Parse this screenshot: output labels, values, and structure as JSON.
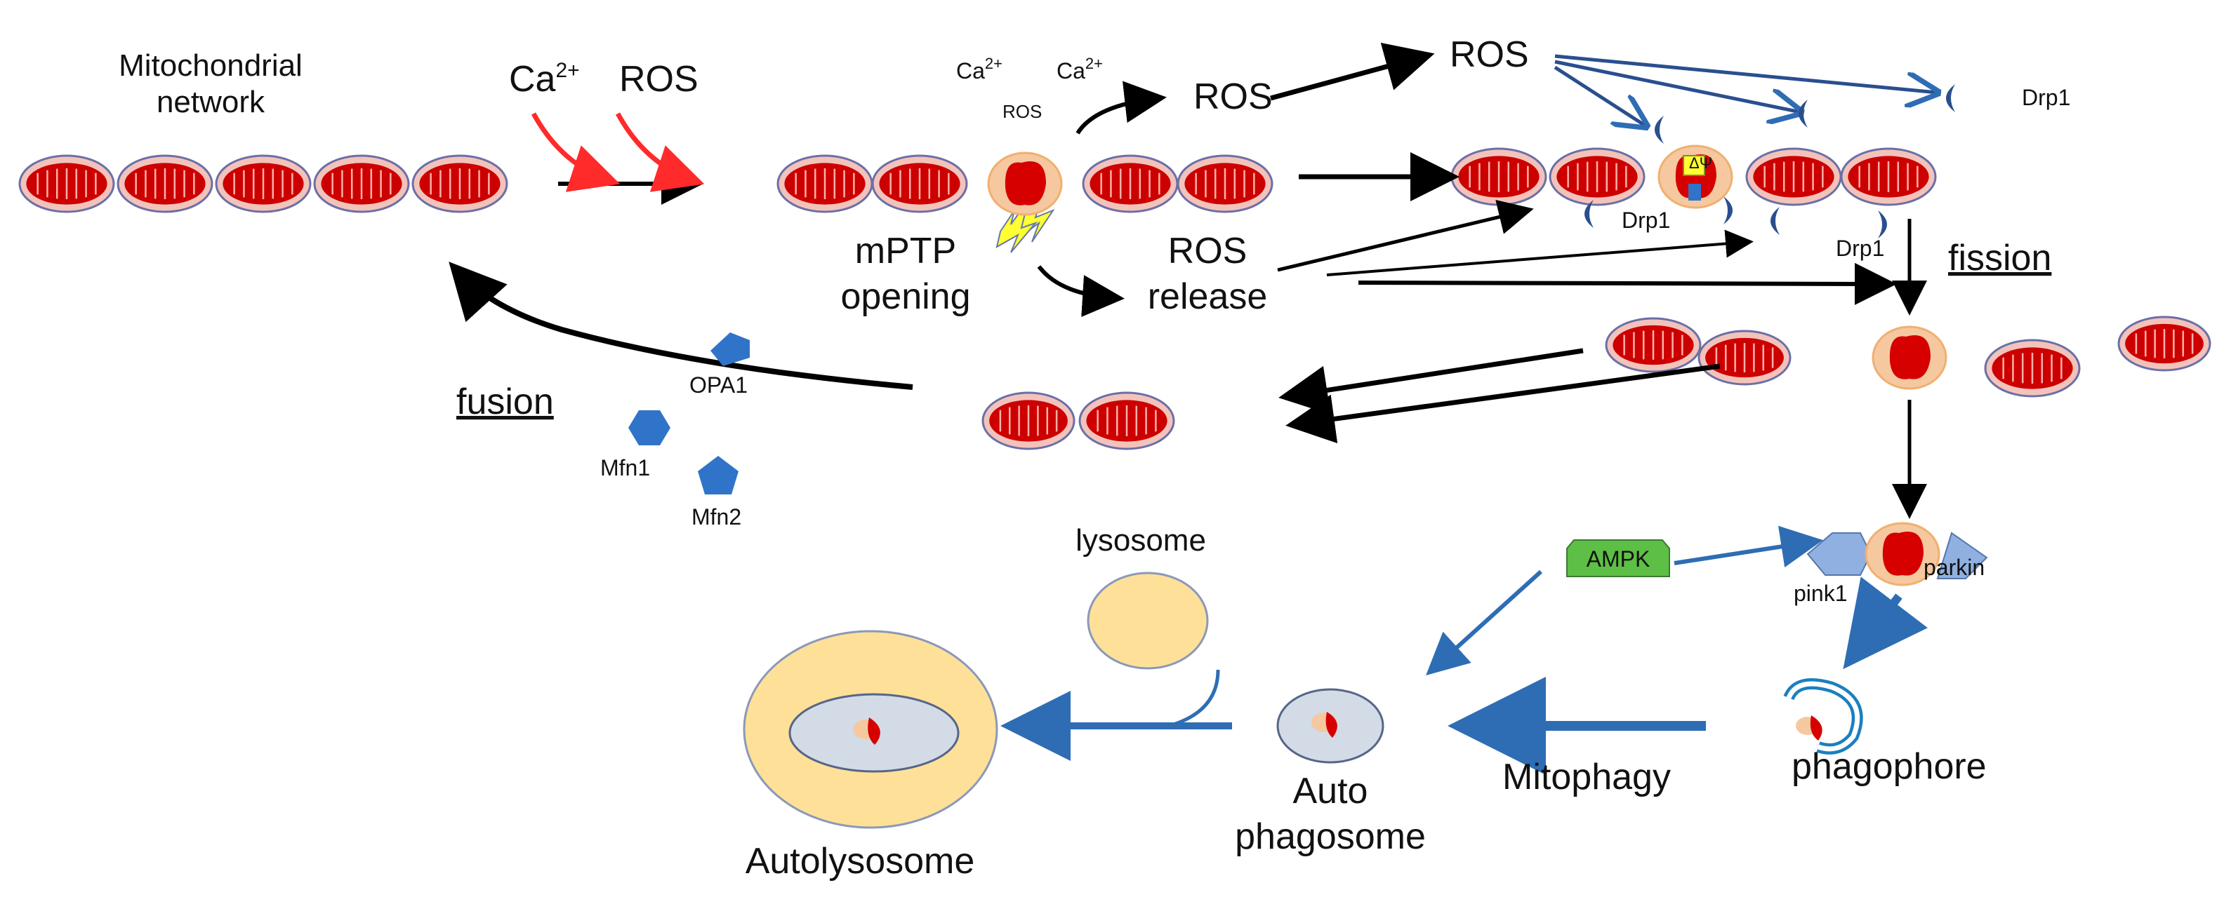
{
  "labels": {
    "network": [
      "Mitochondrial",
      "network"
    ],
    "ca_in": "Ca",
    "ca_sup": "2+",
    "ros_in": "ROS",
    "ca_top1": "Ca",
    "ca_top2": "Ca",
    "ros_small": "ROS",
    "ros_mid": "ROS",
    "ros_top": "ROS",
    "mptp": [
      "mPTP",
      "opening"
    ],
    "ros_release": [
      "ROS",
      "release"
    ],
    "drp1": "Drp1",
    "delta_psi": "ΔΨ",
    "fission": "fission",
    "fusion": "fusion",
    "opa1": "OPA1",
    "mfn1": "Mfn1",
    "mfn2": "Mfn2",
    "lysosome": "lysosome",
    "ampk": "AMPK",
    "pink1": "pink1",
    "parkin": "parkin",
    "phagophore": "phagophore",
    "mitophagy": "Mitophagy",
    "autophagosome": [
      "Auto",
      "phagosome"
    ],
    "autolysosome": "Autolysosome"
  },
  "colors": {
    "mito_fill": "#f3c3bb",
    "mito_outline": "#6b6fa6",
    "cristae": "#cc0000",
    "arrow_black": "#000000",
    "arrow_red": "#ff2a2a",
    "arrow_blue": "#2e6db4",
    "protein_blue": "#2f74c9",
    "pink_parkin": "#8fb0e0",
    "ampk_green": "#5dbf45",
    "lysosome": "#ffe099",
    "vesicle": "#d3dbe6",
    "lightning": "#ffff33"
  },
  "icons": {
    "drp1": "crescent-icon",
    "opa1": "pentagon-icon",
    "mfn1": "hexagon-icon",
    "mfn2": "pentagon-icon",
    "mptp": "lightning-icon"
  }
}
